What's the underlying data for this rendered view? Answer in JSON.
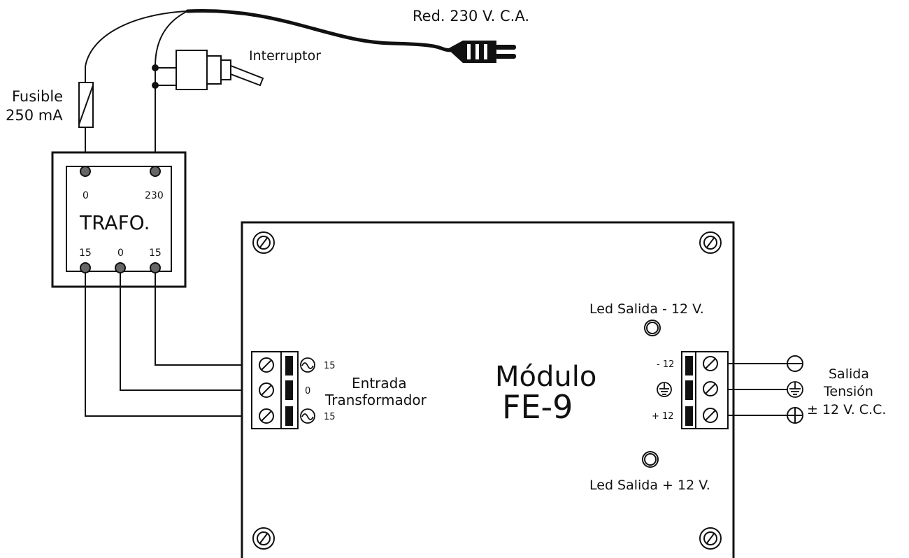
{
  "mains": {
    "label": "Red. 230 V. C.A."
  },
  "switch": {
    "label": "Interruptor"
  },
  "fuse": {
    "label_line1": "Fusible",
    "label_line2": "250 mA"
  },
  "transformer": {
    "title": "TRAFO.",
    "primary_terminals": [
      "0",
      "230"
    ],
    "secondary_terminals": [
      "15",
      "0",
      "15"
    ]
  },
  "module": {
    "title_line1": "Módulo",
    "title_line2": "FE-9"
  },
  "input_block": {
    "label_line1": "Entrada",
    "label_line2": "Transformador",
    "terminals": [
      "15",
      "0",
      "15"
    ]
  },
  "output_block": {
    "terminals": [
      "- 12",
      "",
      "+ 12"
    ],
    "label_line1": "Salida",
    "label_line2": "Tensión",
    "label_line3": "± 12 V. C.C."
  },
  "leds": {
    "top_label": "Led Salida - 12 V.",
    "bottom_label": "Led Salida + 12 V."
  },
  "colors": {
    "line": "#111111",
    "terminal_fill": "#666666",
    "background": "#ffffff"
  }
}
